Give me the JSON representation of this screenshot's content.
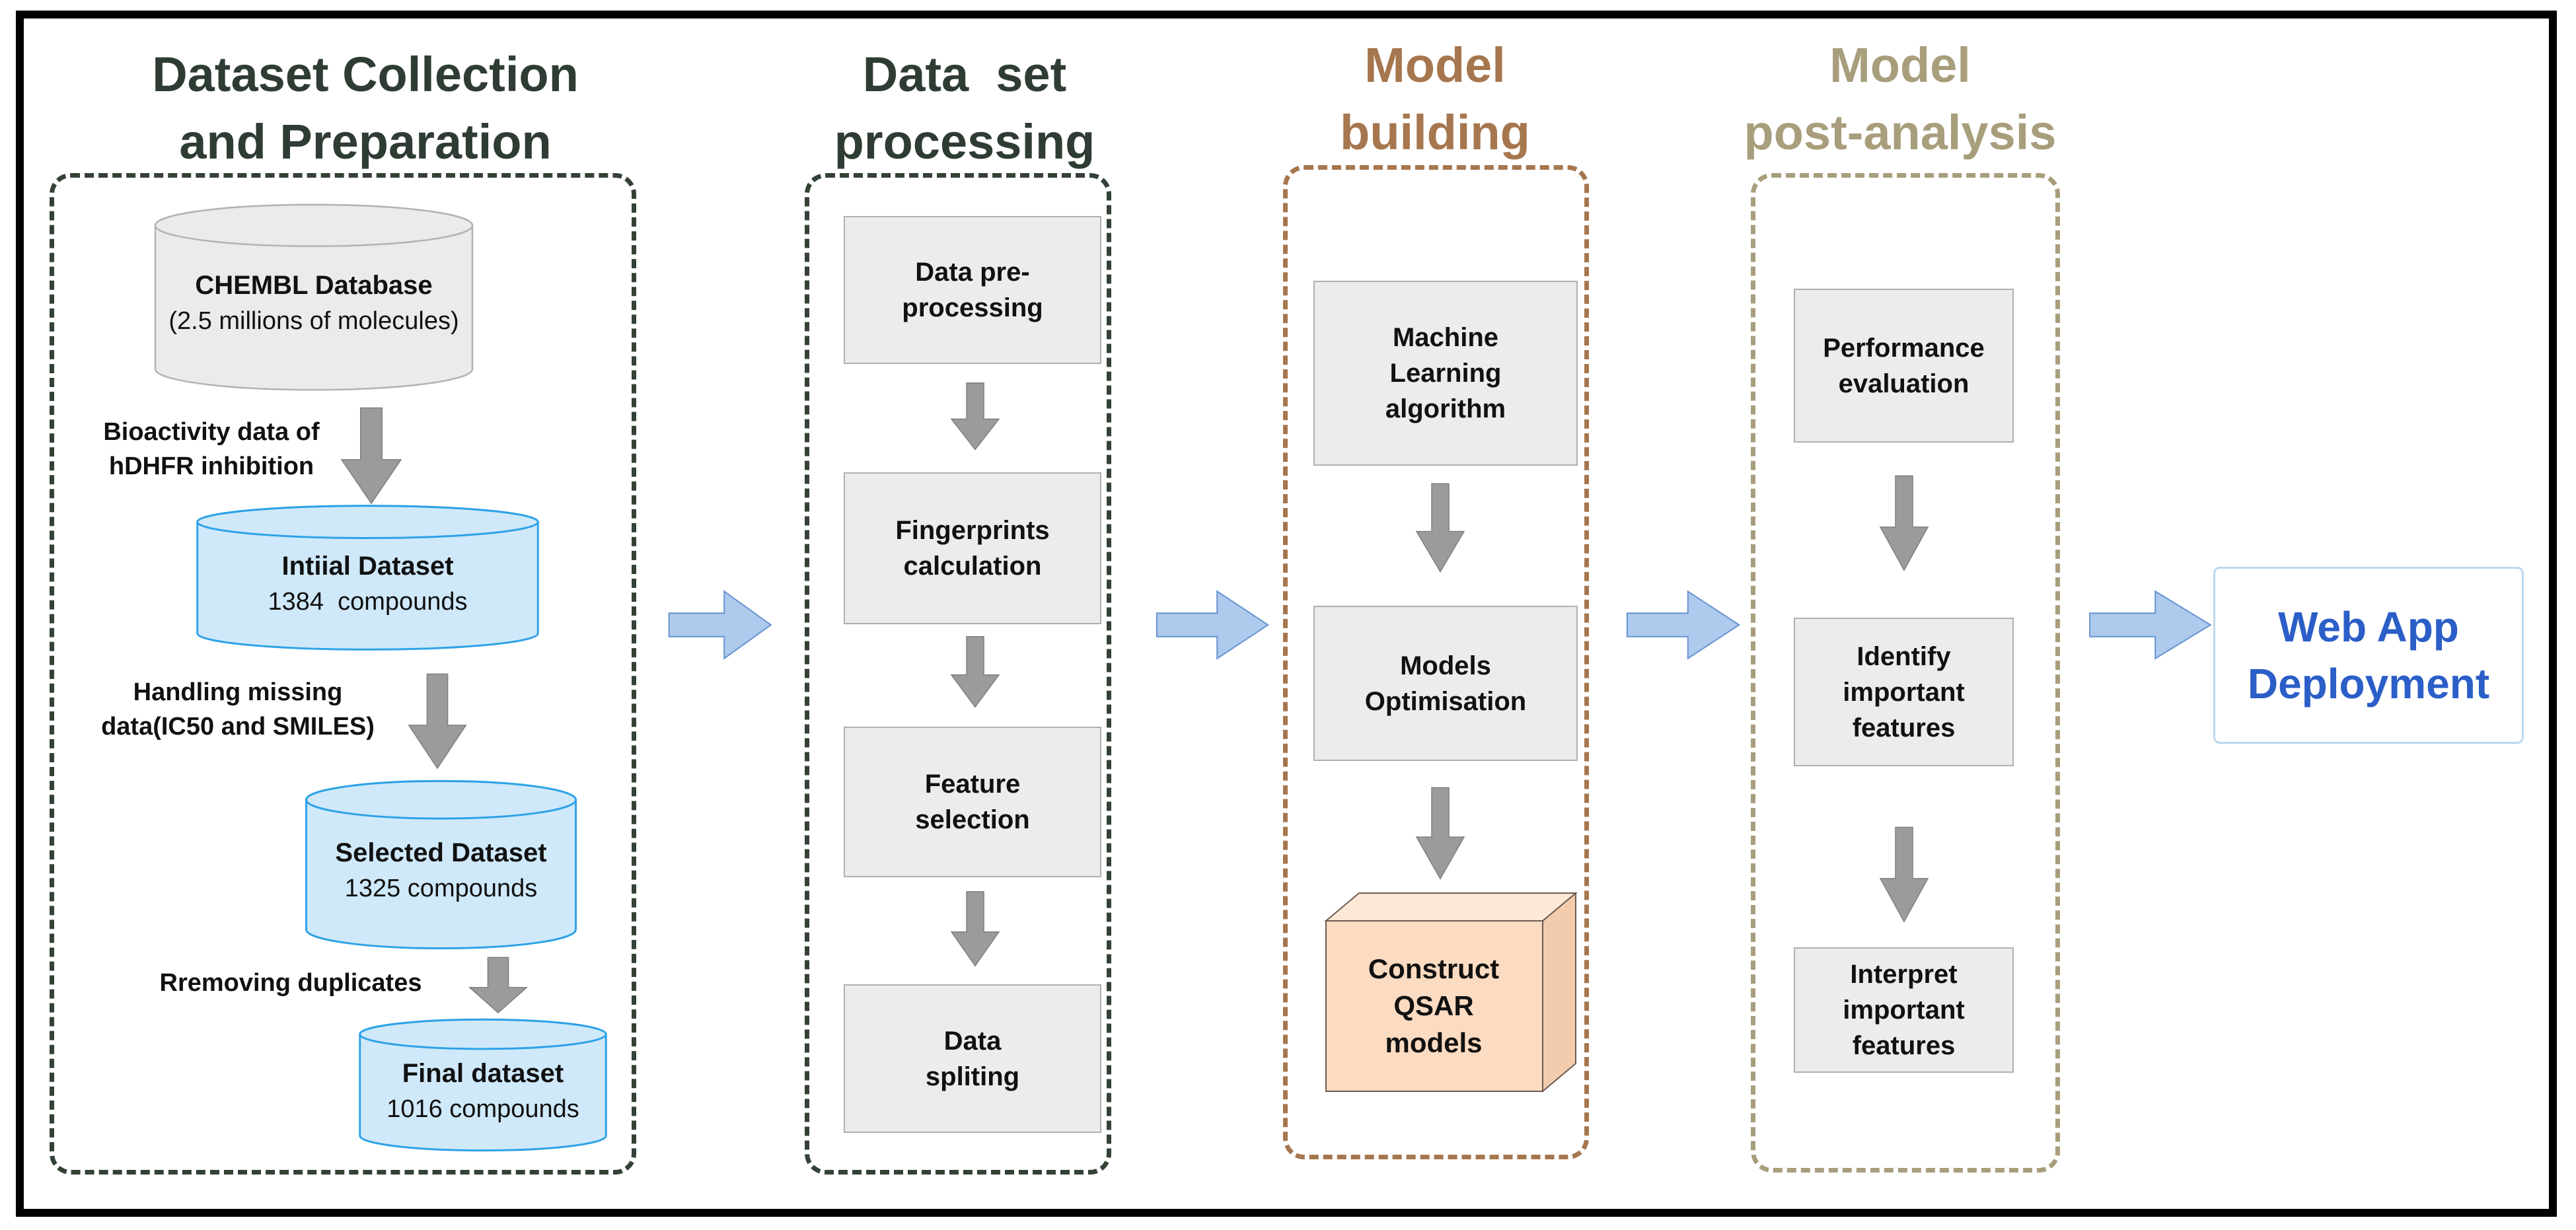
{
  "colors": {
    "frame": "#000000",
    "c1_accent": "#344236",
    "c3_accent": "#a6764e",
    "c4_accent": "#a89e7c",
    "header_dark": "#2f3c33",
    "header_brown": "#a6764e",
    "header_tan": "#a89e7c",
    "box_fill": "#ececec",
    "box_stroke": "#b0b0b0",
    "gray_arrow_fill": "#9b9b9b",
    "gray_arrow_stroke": "#7f7f7f",
    "blue_arrow_fill": "#aecaec",
    "blue_arrow_stroke": "#6793d0",
    "cyl_gray_fill": "#ebebeb",
    "cyl_gray_stroke": "#b3b3b3",
    "cyl_blue_fill": "#cfe9fa",
    "cyl_blue_stroke": "#2ea2e6",
    "qsar_front": "#fbdbc2",
    "qsar_top": "#fde8d6",
    "qsar_side": "#f3ccae",
    "qsar_stroke": "#6b5a50",
    "webapp_text": "#2b5ec7",
    "webapp_border": "#bcd8f0"
  },
  "c1": {
    "title_lines": [
      "Dataset Collection",
      "and Preparation"
    ],
    "cylinders": [
      {
        "line1": "CHEMBL Database",
        "line2": "(2.5 millions of molecules)"
      },
      {
        "line1": "Intiial Dataset",
        "line2": "1384  compounds"
      },
      {
        "line1": "Selected Dataset",
        "line2": "1325 compounds"
      },
      {
        "line1": "Final dataset",
        "line2": "1016 compounds"
      }
    ],
    "labels": [
      {
        "line1": "Bioactivity data of",
        "line2": "hDHFR inhibition"
      },
      {
        "line1": "Handling missing",
        "line2": "data(IC50 and SMILES)"
      },
      {
        "line1": "Rremoving duplicates"
      }
    ]
  },
  "c2": {
    "title_lines": [
      "Data  set",
      "processing"
    ],
    "steps": [
      {
        "line1": "Data pre-",
        "line2": "processing"
      },
      {
        "line1": "Fingerprints",
        "line2": "calculation"
      },
      {
        "line1": "Feature",
        "line2": "selection"
      },
      {
        "line1": "Data",
        "line2": "spliting"
      }
    ]
  },
  "c3": {
    "title_lines": [
      "Model",
      "building"
    ],
    "steps": [
      {
        "line1": "Machine",
        "line2": "Learning",
        "line3": "algorithm"
      },
      {
        "line1": "Models",
        "line2": "Optimisation"
      }
    ],
    "qsar": {
      "line1": "Construct",
      "line2": "QSAR",
      "line3": "models"
    }
  },
  "c4": {
    "title_lines": [
      "Model",
      "post-analysis"
    ],
    "steps": [
      {
        "line1": "Performance",
        "line2": "evaluation"
      },
      {
        "line1": "Identify",
        "line2": "important",
        "line3": "features"
      },
      {
        "line1": "Interpret",
        "line2": "important",
        "line3": "features"
      }
    ]
  },
  "final_box": {
    "line1": "Web App",
    "line2": "Deployment"
  }
}
